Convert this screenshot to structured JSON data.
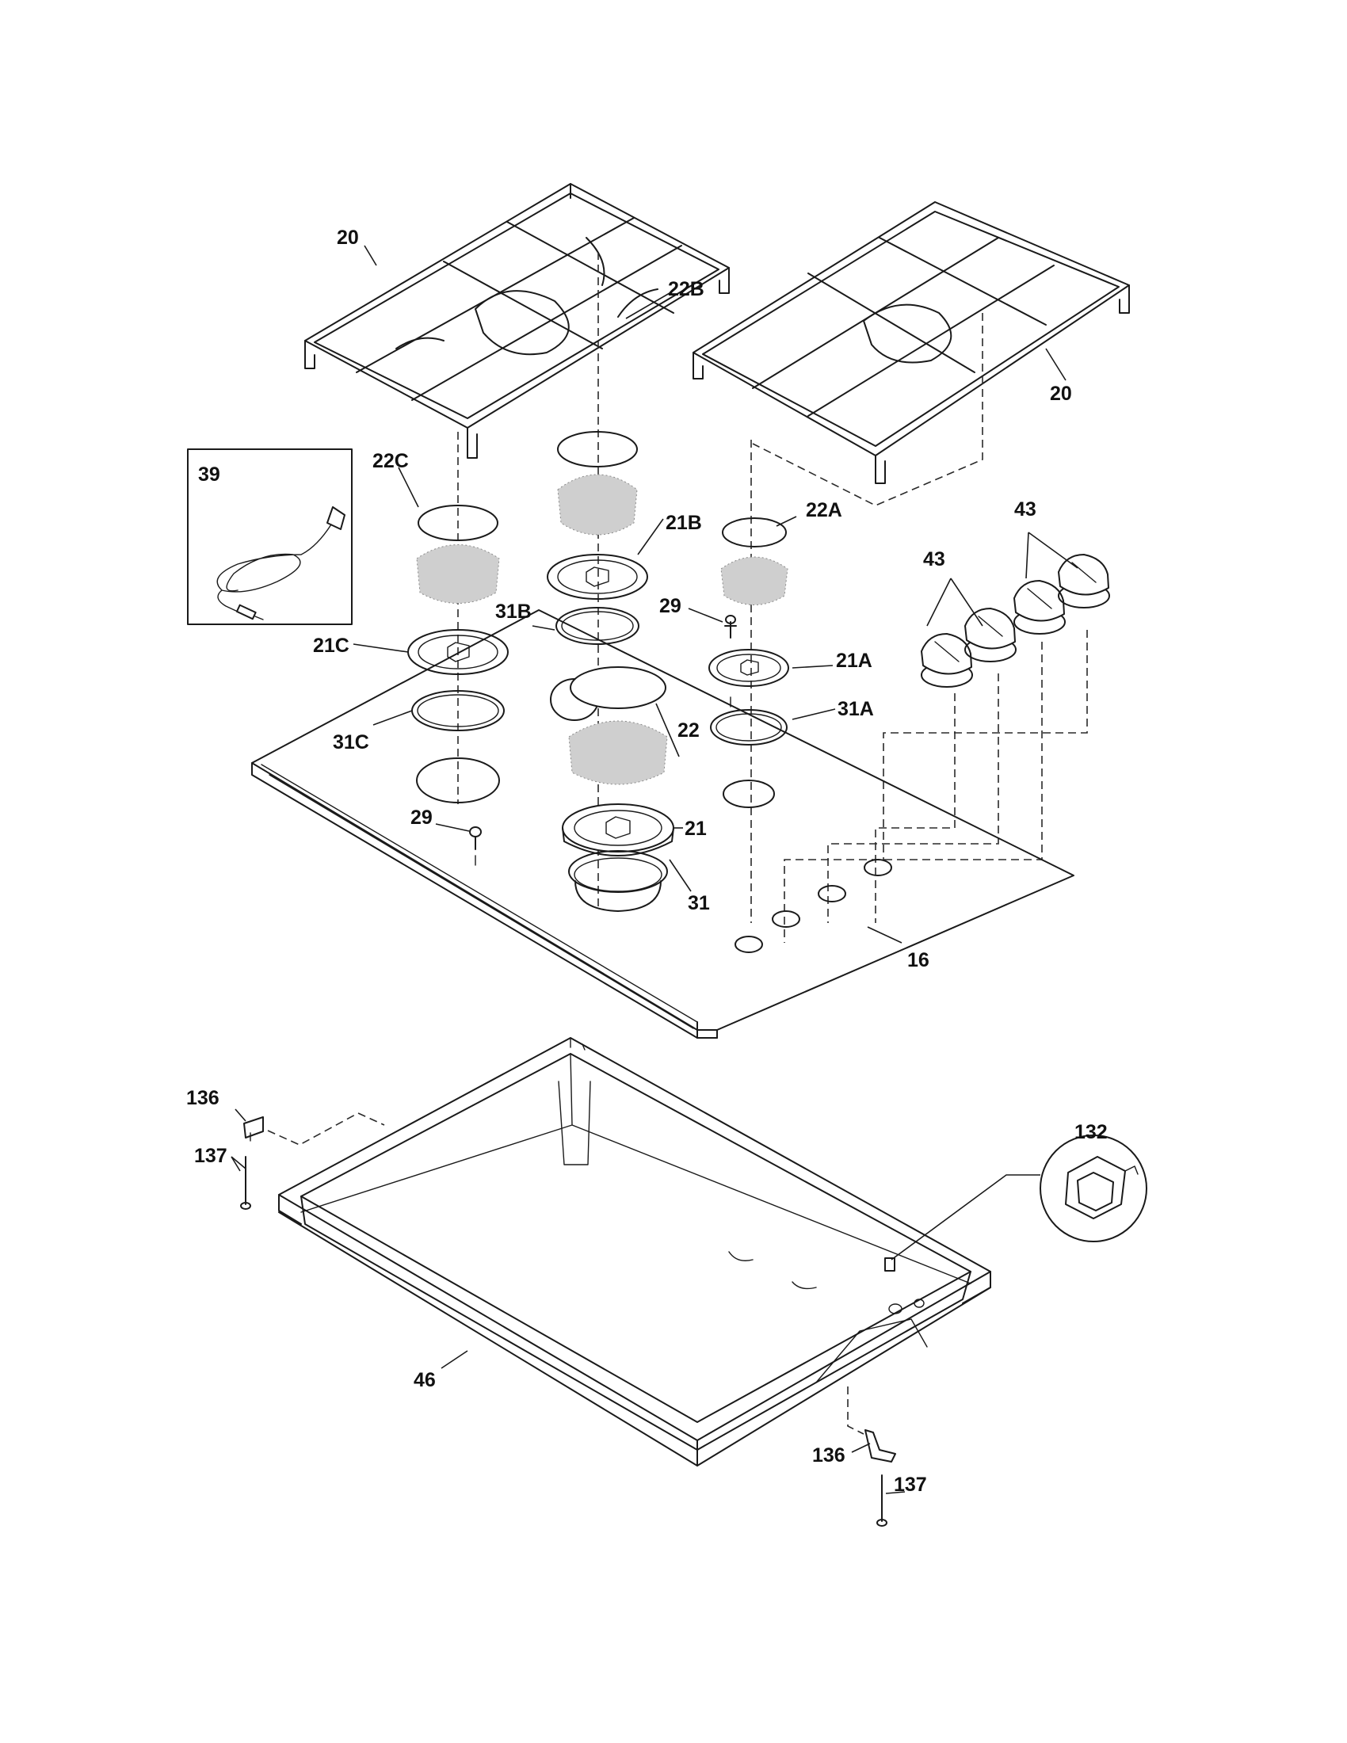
{
  "callouts": {
    "grate_left": "20",
    "grate_right": "20",
    "cap_22b": "22B",
    "cap_22c": "22C",
    "cap_22a": "22A",
    "cap_22": "22",
    "head_21b": "21B",
    "head_21c": "21C",
    "head_21a": "21A",
    "head_21": "21",
    "ring_31b": "31B",
    "ring_31c": "31C",
    "ring_31a": "31A",
    "ring_31": "31",
    "electrode_upper": "29",
    "electrode_lower": "29",
    "power_cord": "39",
    "knobs_left": "43",
    "knobs_right": "43",
    "cooktop": "16",
    "bracket_left": "136",
    "screw_left": "137",
    "bracket_right": "136",
    "screw_right": "137",
    "connector": "132",
    "burner_box": "46"
  }
}
